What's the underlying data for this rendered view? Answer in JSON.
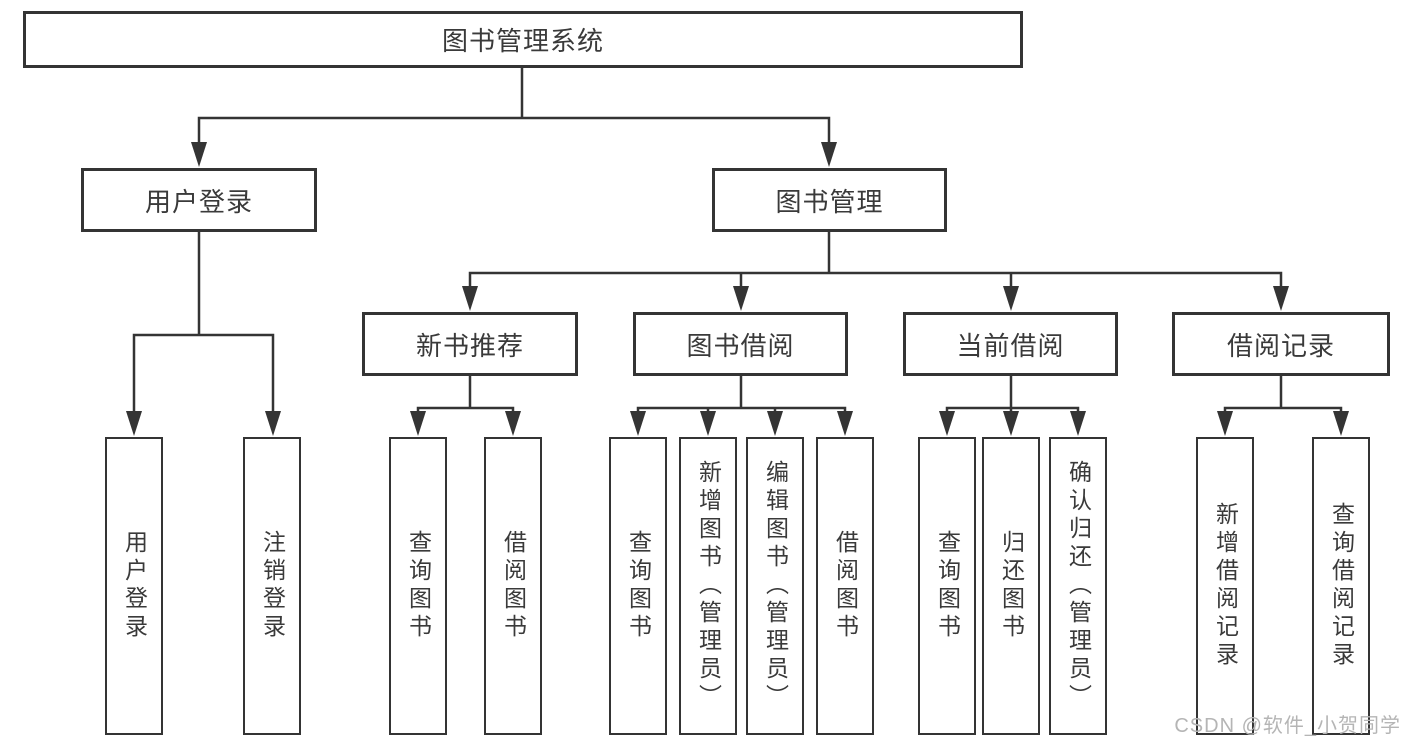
{
  "diagram_title": "图书管理系统",
  "colors": {
    "line": "#343434",
    "box_border": "#343434",
    "text": "#3a3a3a",
    "background": "#ffffff",
    "watermark": "#b5b5b5"
  },
  "watermark": "CSDN @软件_小贺同学",
  "tree": {
    "root": {
      "label": "图书管理系统",
      "children": [
        {
          "label": "用户登录",
          "children": [
            {
              "label": "用户登录"
            },
            {
              "label": "注销登录"
            }
          ]
        },
        {
          "label": "图书管理",
          "children": [
            {
              "label": "新书推荐",
              "children": [
                {
                  "label": "查询图书"
                },
                {
                  "label": "借阅图书"
                }
              ]
            },
            {
              "label": "图书借阅",
              "children": [
                {
                  "label": "查询图书"
                },
                {
                  "label": "新增图书（管理员）"
                },
                {
                  "label": "编辑图书（管理员）"
                },
                {
                  "label": "借阅图书"
                }
              ]
            },
            {
              "label": "当前借阅",
              "children": [
                {
                  "label": "查询图书"
                },
                {
                  "label": "归还图书"
                },
                {
                  "label": "确认归还（管理员）"
                }
              ]
            },
            {
              "label": "借阅记录",
              "children": [
                {
                  "label": "新增借阅记录"
                },
                {
                  "label": "查询借阅记录"
                }
              ]
            }
          ]
        }
      ]
    }
  }
}
